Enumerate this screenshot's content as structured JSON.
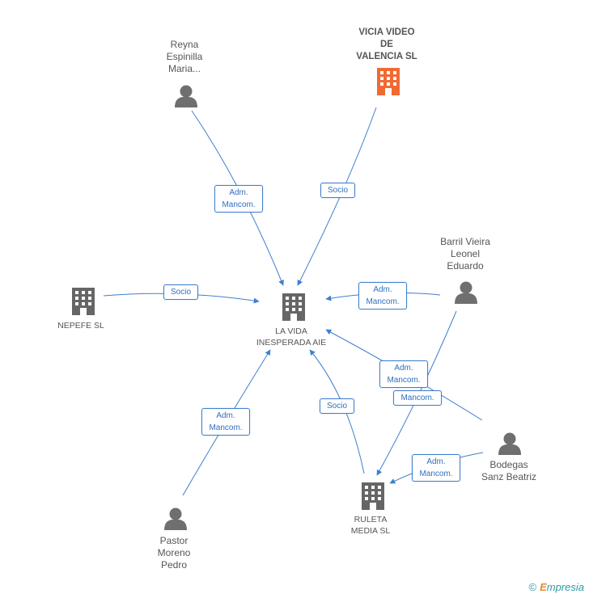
{
  "colors": {
    "edge": "#3f7fcf",
    "building": "#666666",
    "building_highlight": "#f06a33",
    "person": "#6f6f6f"
  },
  "nodes": {
    "reyna": {
      "label": "Reyna\nEspinilla\nMaria...",
      "icon": "person-icon"
    },
    "vicia": {
      "label": "VICIA VIDEO\nDE\nVALENCIA SL",
      "icon": "building-icon"
    },
    "barril": {
      "label": "Barril Vieira\nLeonel\nEduardo",
      "icon": "person-icon"
    },
    "nepefe": {
      "label": "NEPEFE SL",
      "icon": "building-icon"
    },
    "lavida": {
      "label": "LA VIDA\nINESPERADA AIE",
      "icon": "building-icon"
    },
    "bodegas": {
      "label": "Bodegas\nSanz Beatriz",
      "icon": "person-icon"
    },
    "ruleta": {
      "label": "RULETA\nMEDIA SL",
      "icon": "building-icon"
    },
    "pastor": {
      "label": "Pastor\nMoreno\nPedro",
      "icon": "person-icon"
    }
  },
  "edges": {
    "reyna_lavida": "Adm.\nMancom.",
    "vicia_lavida": "Socio",
    "barril_lavida": "Adm.\nMancom.",
    "nepefe_lavida": "Socio",
    "bodegas_lavida": "Adm.\nMancom.",
    "barril_ruleta": "Mancom.",
    "bodegas_ruleta": "Adm.\nMancom.",
    "ruleta_lavida": "Socio",
    "pastor_lavida": "Adm.\nMancom."
  },
  "footer": {
    "copyright": "©",
    "brand_first": "E",
    "brand_rest": "mpresia"
  }
}
